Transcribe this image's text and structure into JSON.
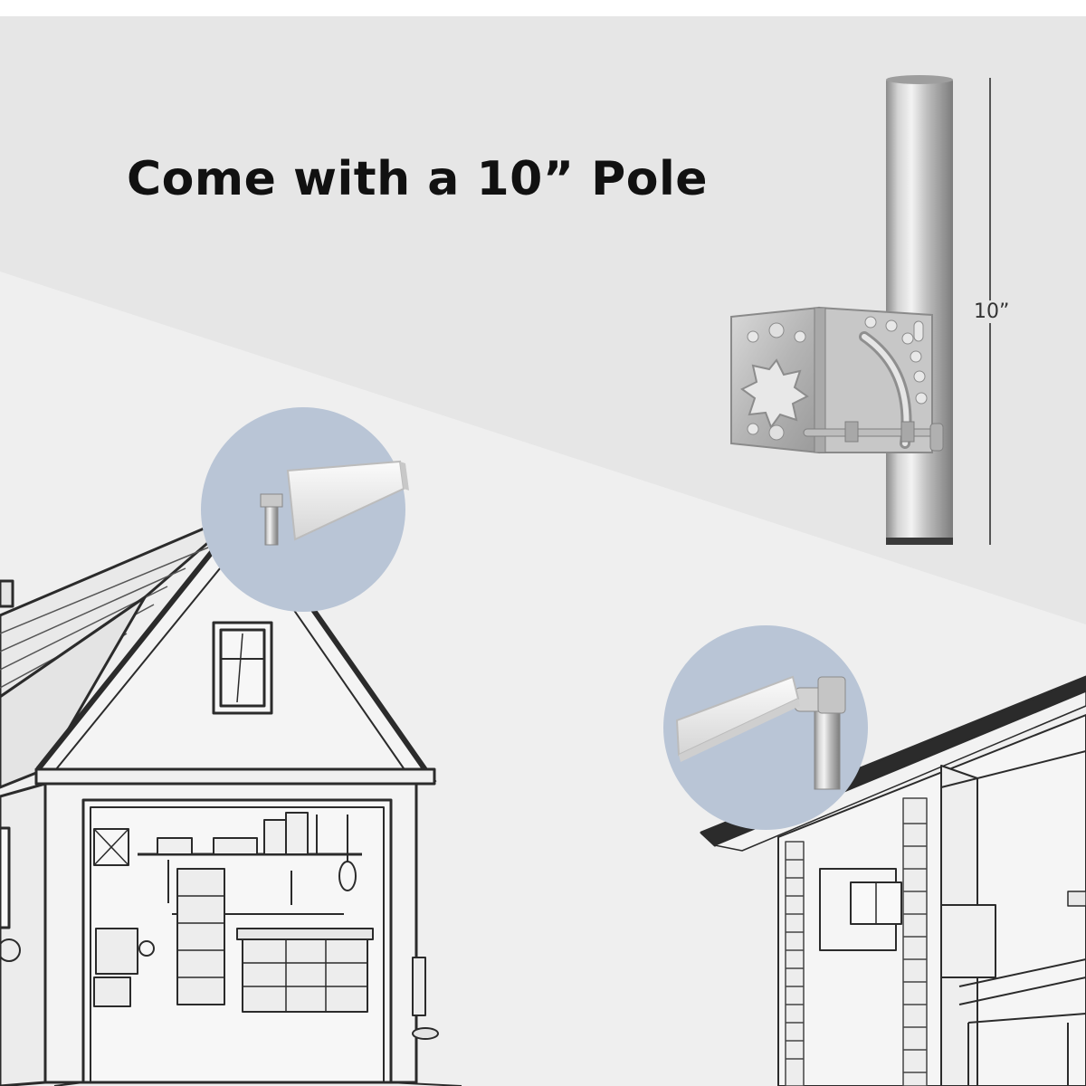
{
  "headline": {
    "text": "Come with a 10” Pole"
  },
  "pole_dimension": {
    "text": "10”"
  },
  "colors": {
    "page": "#ffffff",
    "upper_band": "#e6e6e6",
    "lower_band": "#efefef",
    "callout_circle": "#b9c5d6",
    "line_art": "#2b2b2b"
  },
  "icons": [
    "pole-mount-bracket-icon",
    "house-illustration",
    "building-illustration",
    "panel-antenna-icon"
  ]
}
